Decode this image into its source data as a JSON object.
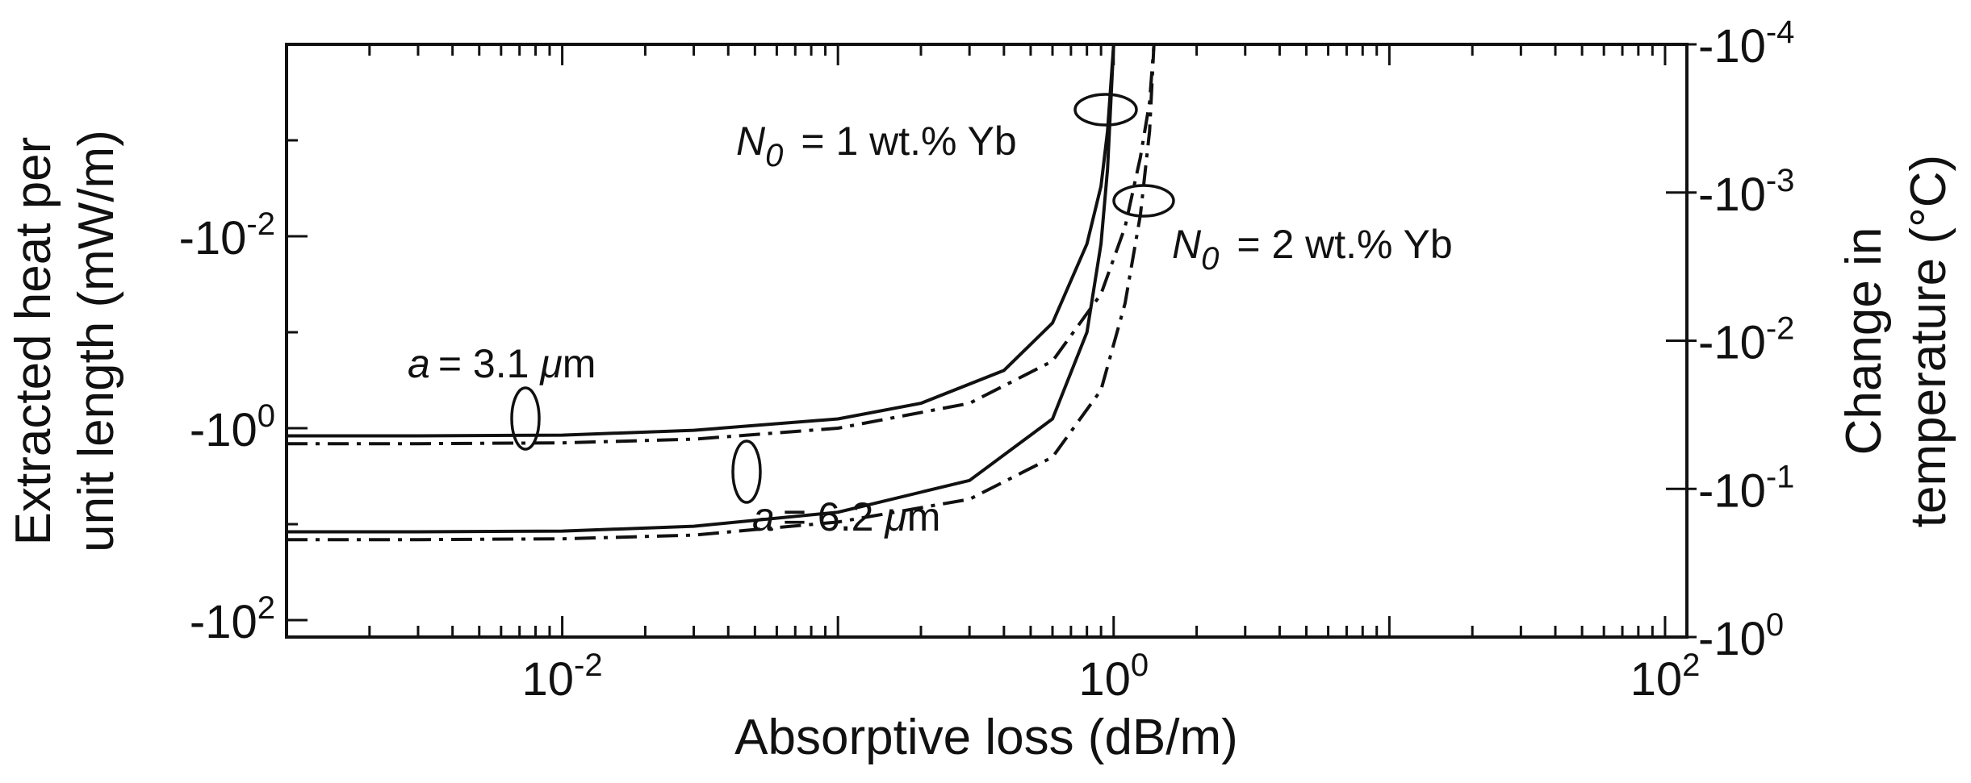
{
  "chart_data": {
    "type": "line",
    "xlabel": "Absorptive loss (dB/m)",
    "ylabel_left_line1": "Extracted heat per",
    "ylabel_left_line2": "unit length (mW/m)",
    "ylabel_right_line1": "Change in",
    "ylabel_right_line2": "temperature (°C)",
    "xscale": "log",
    "xlim": [
      0.001,
      120
    ],
    "x_ticks": [
      {
        "value": 0.01,
        "base": "10",
        "exp": "-2"
      },
      {
        "value": 1,
        "base": "10",
        "exp": "0"
      },
      {
        "value": 100,
        "base": "10",
        "exp": "2"
      }
    ],
    "left_axis": {
      "scale": "log",
      "direction": "magnitude increases downward",
      "ylim_magnitude": [
        0.0001,
        150
      ],
      "ticks": [
        {
          "value": -0.01,
          "base": "-10",
          "exp": "-2"
        },
        {
          "value": -1,
          "base": "-10",
          "exp": "0"
        },
        {
          "value": -100,
          "base": "-10",
          "exp": "2"
        }
      ]
    },
    "right_axis": {
      "scale": "log",
      "ylim_magnitude": [
        0.0001,
        1
      ],
      "ticks": [
        {
          "value": -0.0001,
          "base": "-10",
          "exp": "-4"
        },
        {
          "value": -0.001,
          "base": "-10",
          "exp": "-3"
        },
        {
          "value": -0.01,
          "base": "-10",
          "exp": "-2"
        },
        {
          "value": -0.1,
          "base": "-10",
          "exp": "-1"
        },
        {
          "value": -1,
          "base": "-10",
          "exp": "0"
        }
      ]
    },
    "series": [
      {
        "style": "solid",
        "concentration": "N0 = 1 wt.% Yb",
        "radius": "a = 3.1 μm",
        "x": [
          0.001,
          0.003,
          0.01,
          0.03,
          0.1,
          0.2,
          0.4,
          0.6,
          0.8,
          0.9,
          0.95,
          1.0
        ],
        "y": [
          -1.2,
          -1.2,
          -1.18,
          -1.05,
          -0.8,
          -0.55,
          -0.25,
          -0.08,
          -0.012,
          -0.003,
          -0.0008,
          -0.0001
        ]
      },
      {
        "style": "dashdot",
        "concentration": "N0 = 2 wt.% Yb",
        "radius": "a = 3.1 μm",
        "x": [
          0.001,
          0.003,
          0.01,
          0.03,
          0.1,
          0.3,
          0.6,
          0.9,
          1.1,
          1.25,
          1.35,
          1.4
        ],
        "y": [
          -1.45,
          -1.45,
          -1.42,
          -1.3,
          -1.0,
          -0.55,
          -0.2,
          -0.04,
          -0.008,
          -0.0015,
          -0.0004,
          -0.0001
        ]
      },
      {
        "style": "solid",
        "concentration": "N0 = 1 wt.% Yb",
        "radius": "a = 6.2 μm",
        "x": [
          0.001,
          0.003,
          0.01,
          0.03,
          0.1,
          0.3,
          0.6,
          0.8,
          0.9,
          0.95,
          1.0
        ],
        "y": [
          -12,
          -12,
          -11.8,
          -10.5,
          -7.5,
          -3.5,
          -0.8,
          -0.1,
          -0.012,
          -0.002,
          -0.0001
        ]
      },
      {
        "style": "dashdot",
        "concentration": "N0 = 2 wt.% Yb",
        "radius": "a = 6.2 μm",
        "x": [
          0.001,
          0.003,
          0.01,
          0.03,
          0.1,
          0.3,
          0.6,
          0.9,
          1.1,
          1.25,
          1.35,
          1.4
        ],
        "y": [
          -14.5,
          -14.5,
          -14.2,
          -13,
          -9.5,
          -5.5,
          -2.0,
          -0.4,
          -0.05,
          -0.006,
          -0.0008,
          -0.0001
        ]
      }
    ],
    "annotations": {
      "n0_1_prefix": "N",
      "n0_1_sub": "0",
      "n0_1_text": "= 1 wt.% Yb",
      "n0_2_prefix": "N",
      "n0_2_sub": "0",
      "n0_2_text": "= 2 wt.% Yb",
      "a31_var": "a",
      "a31_text": "= 3.1 ",
      "a31_unit_mu": "μ",
      "a31_unit": "m",
      "a62_var": "a",
      "a62_text": "= 6.2 ",
      "a62_unit_mu": "μ",
      "a62_unit": "m"
    }
  }
}
